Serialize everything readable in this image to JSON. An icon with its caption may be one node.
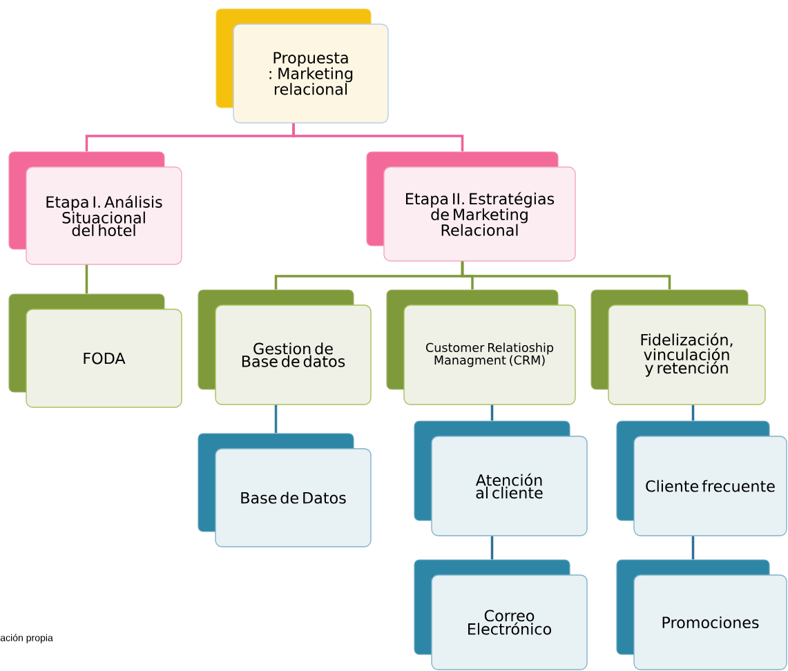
{
  "diagram": {
    "nodes": [
      {
        "text": [
          "Propuesta : Marketing relacional"
        ]
      },
      {
        "text": [
          "Etapa I. Análisis Situacional del hotel"
        ]
      },
      {
        "text": [
          "Etapa II. Estratégias de Marketing Relacional"
        ]
      },
      {
        "text": [
          "FODA"
        ]
      },
      {
        "text": [
          "Gestion de Base de datos"
        ]
      },
      {
        "text": [
          "Customer Relatioship Managment (CRM)"
        ]
      },
      {
        "text": [
          "Fidelización, vinculación y retención"
        ]
      },
      {
        "text": [
          "Base de Datos"
        ]
      },
      {
        "text": [
          "Atención al cliente"
        ]
      },
      {
        "text": [
          "Correo Electrónico"
        ]
      },
      {
        "text": [
          "Cliente frecuente"
        ]
      },
      {
        "text": [
          "Promociones"
        ]
      }
    ],
    "edges": [
      {
        "from": 0,
        "to": 1,
        "arrow": "none",
        "color": "#f0609a"
      },
      {
        "from": 0,
        "to": 2,
        "arrow": "none",
        "color": "#f0609a"
      },
      {
        "from": 1,
        "to": 3,
        "arrow": "none",
        "color": "#7e9a3a"
      },
      {
        "from": 2,
        "to": 4,
        "arrow": "none",
        "color": "#7e9a3a"
      },
      {
        "from": 2,
        "to": 5,
        "arrow": "none",
        "color": "#7e9a3a"
      },
      {
        "from": 2,
        "to": 6,
        "arrow": "none",
        "color": "#7e9a3a"
      },
      {
        "from": 4,
        "to": 7,
        "arrow": "none",
        "color": "#2e7f99"
      },
      {
        "from": 5,
        "to": 8,
        "arrow": "none",
        "color": "#2e6f99"
      },
      {
        "from": 8,
        "to": 9,
        "arrow": "none",
        "color": "#2e6f99"
      },
      {
        "from": 6,
        "to": 10,
        "arrow": "none",
        "color": "#2e6f99"
      },
      {
        "from": 10,
        "to": 11,
        "arrow": "none",
        "color": "#2e6f99"
      }
    ],
    "labels": [
      "ación propia"
    ]
  }
}
